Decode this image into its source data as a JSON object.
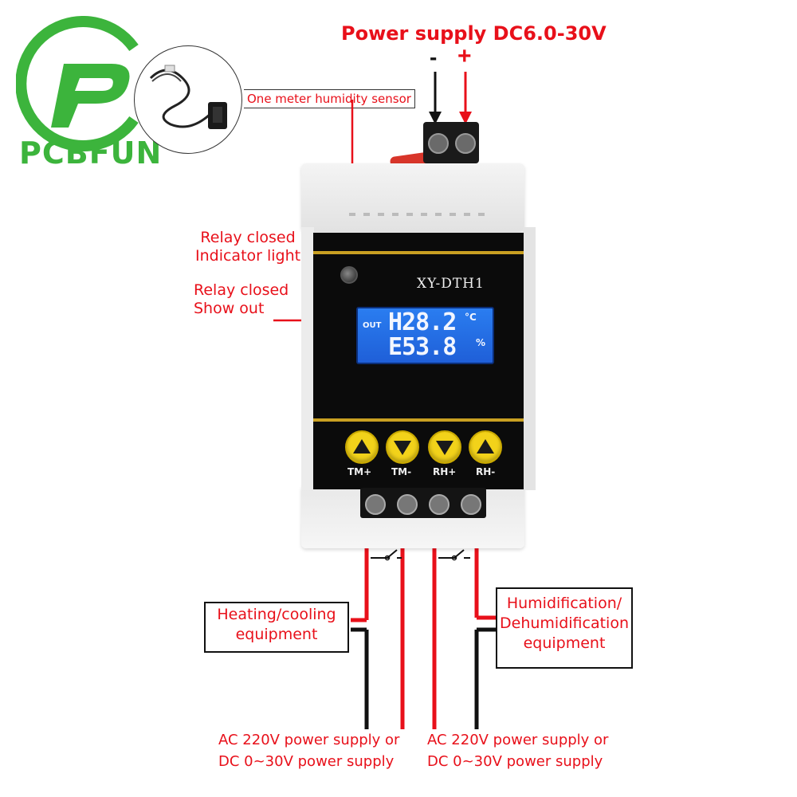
{
  "brand": {
    "name": "PCBFUN"
  },
  "title": "Power supply DC6.0-30V",
  "terminal_signs": {
    "minus": "-",
    "plus": "+"
  },
  "sensor_label": "One meter humidity sensor",
  "callouts": {
    "indicator": [
      "Relay closed",
      "Indicator light"
    ],
    "show_out": [
      "Relay closed",
      "Show out"
    ]
  },
  "device": {
    "model": "XY-DTH1",
    "lcd": {
      "out_label": "OUT",
      "line1": "H28.2",
      "unit1": "°C",
      "line2": "E53.8",
      "unit2": "%"
    },
    "buttons": [
      "TM+",
      "TM-",
      "RH+",
      "RH-"
    ]
  },
  "equipment": {
    "left": [
      "Heating/cooling",
      "equipment"
    ],
    "right": [
      "Humidification/",
      "Dehumidification",
      "equipment"
    ]
  },
  "power_notes": {
    "left": [
      "AC 220V power supply or",
      "DC 0~30V power supply"
    ],
    "right": [
      "AC 220V power supply or",
      "DC 0~30V power supply"
    ]
  },
  "colors": {
    "wire_red": "#e8101a",
    "wire_black": "#111111",
    "brand_green": "#3cb43c",
    "button_yellow": "#f2d21a",
    "lcd_blue": "#2a7df0"
  }
}
